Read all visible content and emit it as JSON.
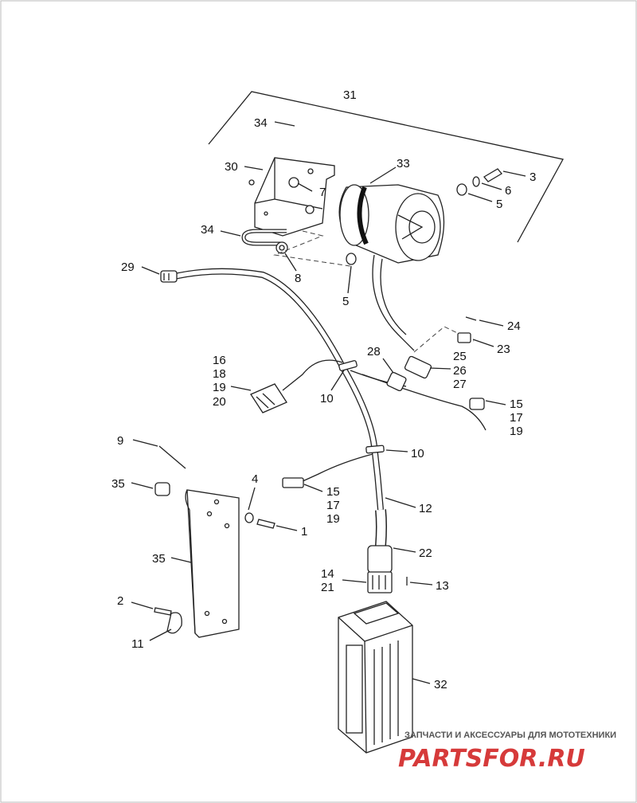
{
  "callouts": [
    {
      "id": "31",
      "text": "31"
    },
    {
      "id": "34a",
      "text": "34"
    },
    {
      "id": "30",
      "text": "30"
    },
    {
      "id": "7",
      "text": "7"
    },
    {
      "id": "33",
      "text": "33"
    },
    {
      "id": "3",
      "text": "3"
    },
    {
      "id": "6",
      "text": "6"
    },
    {
      "id": "5a",
      "text": "5"
    },
    {
      "id": "34b",
      "text": "34"
    },
    {
      "id": "8",
      "text": "8"
    },
    {
      "id": "5b",
      "text": "5"
    },
    {
      "id": "29",
      "text": "29"
    },
    {
      "id": "24",
      "text": "24"
    },
    {
      "id": "23",
      "text": "23"
    },
    {
      "id": "25",
      "text": "25"
    },
    {
      "id": "28",
      "text": "28"
    },
    {
      "id": "26",
      "text": "26"
    },
    {
      "id": "27",
      "text": "27"
    },
    {
      "id": "16",
      "text": "16"
    },
    {
      "id": "18",
      "text": "18"
    },
    {
      "id": "19a",
      "text": "19"
    },
    {
      "id": "20",
      "text": "20"
    },
    {
      "id": "10a",
      "text": "10"
    },
    {
      "id": "15a",
      "text": "15"
    },
    {
      "id": "17a",
      "text": "17"
    },
    {
      "id": "19b",
      "text": "19"
    },
    {
      "id": "9",
      "text": "9"
    },
    {
      "id": "10b",
      "text": "10"
    },
    {
      "id": "35a",
      "text": "35"
    },
    {
      "id": "4",
      "text": "4"
    },
    {
      "id": "15b",
      "text": "15"
    },
    {
      "id": "17b",
      "text": "17"
    },
    {
      "id": "19c",
      "text": "19"
    },
    {
      "id": "12",
      "text": "12"
    },
    {
      "id": "1",
      "text": "1"
    },
    {
      "id": "35b",
      "text": "35"
    },
    {
      "id": "22",
      "text": "22"
    },
    {
      "id": "14",
      "text": "14"
    },
    {
      "id": "21",
      "text": "21"
    },
    {
      "id": "13",
      "text": "13"
    },
    {
      "id": "2",
      "text": "2"
    },
    {
      "id": "11",
      "text": "11"
    },
    {
      "id": "32",
      "text": "32"
    }
  ],
  "watermark": {
    "tagline": "ЗАПЧАСТИ И АКСЕССУАРЫ ДЛЯ МОТОТЕХНИКИ",
    "logo": "PARTSFOR.RU"
  }
}
